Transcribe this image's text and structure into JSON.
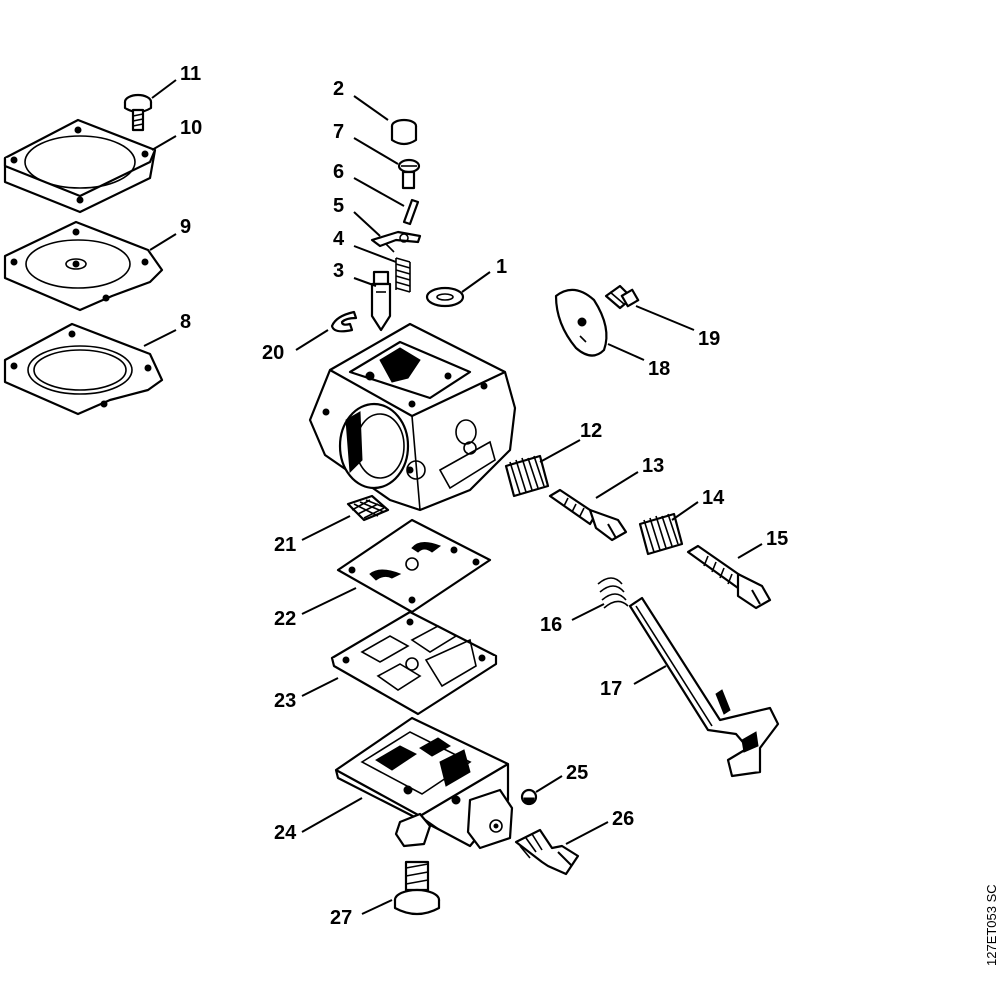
{
  "diagram": {
    "parts": [
      {
        "ref": "1"
      },
      {
        "ref": "2"
      },
      {
        "ref": "3"
      },
      {
        "ref": "4"
      },
      {
        "ref": "5"
      },
      {
        "ref": "6"
      },
      {
        "ref": "7"
      },
      {
        "ref": "8"
      },
      {
        "ref": "9"
      },
      {
        "ref": "10"
      },
      {
        "ref": "11"
      },
      {
        "ref": "12"
      },
      {
        "ref": "13"
      },
      {
        "ref": "14"
      },
      {
        "ref": "15"
      },
      {
        "ref": "16"
      },
      {
        "ref": "17"
      },
      {
        "ref": "18"
      },
      {
        "ref": "19"
      },
      {
        "ref": "20"
      },
      {
        "ref": "21"
      },
      {
        "ref": "22"
      },
      {
        "ref": "23"
      },
      {
        "ref": "24"
      },
      {
        "ref": "25"
      },
      {
        "ref": "26"
      },
      {
        "ref": "27"
      }
    ],
    "drawing_code": "127ET053 SC"
  }
}
